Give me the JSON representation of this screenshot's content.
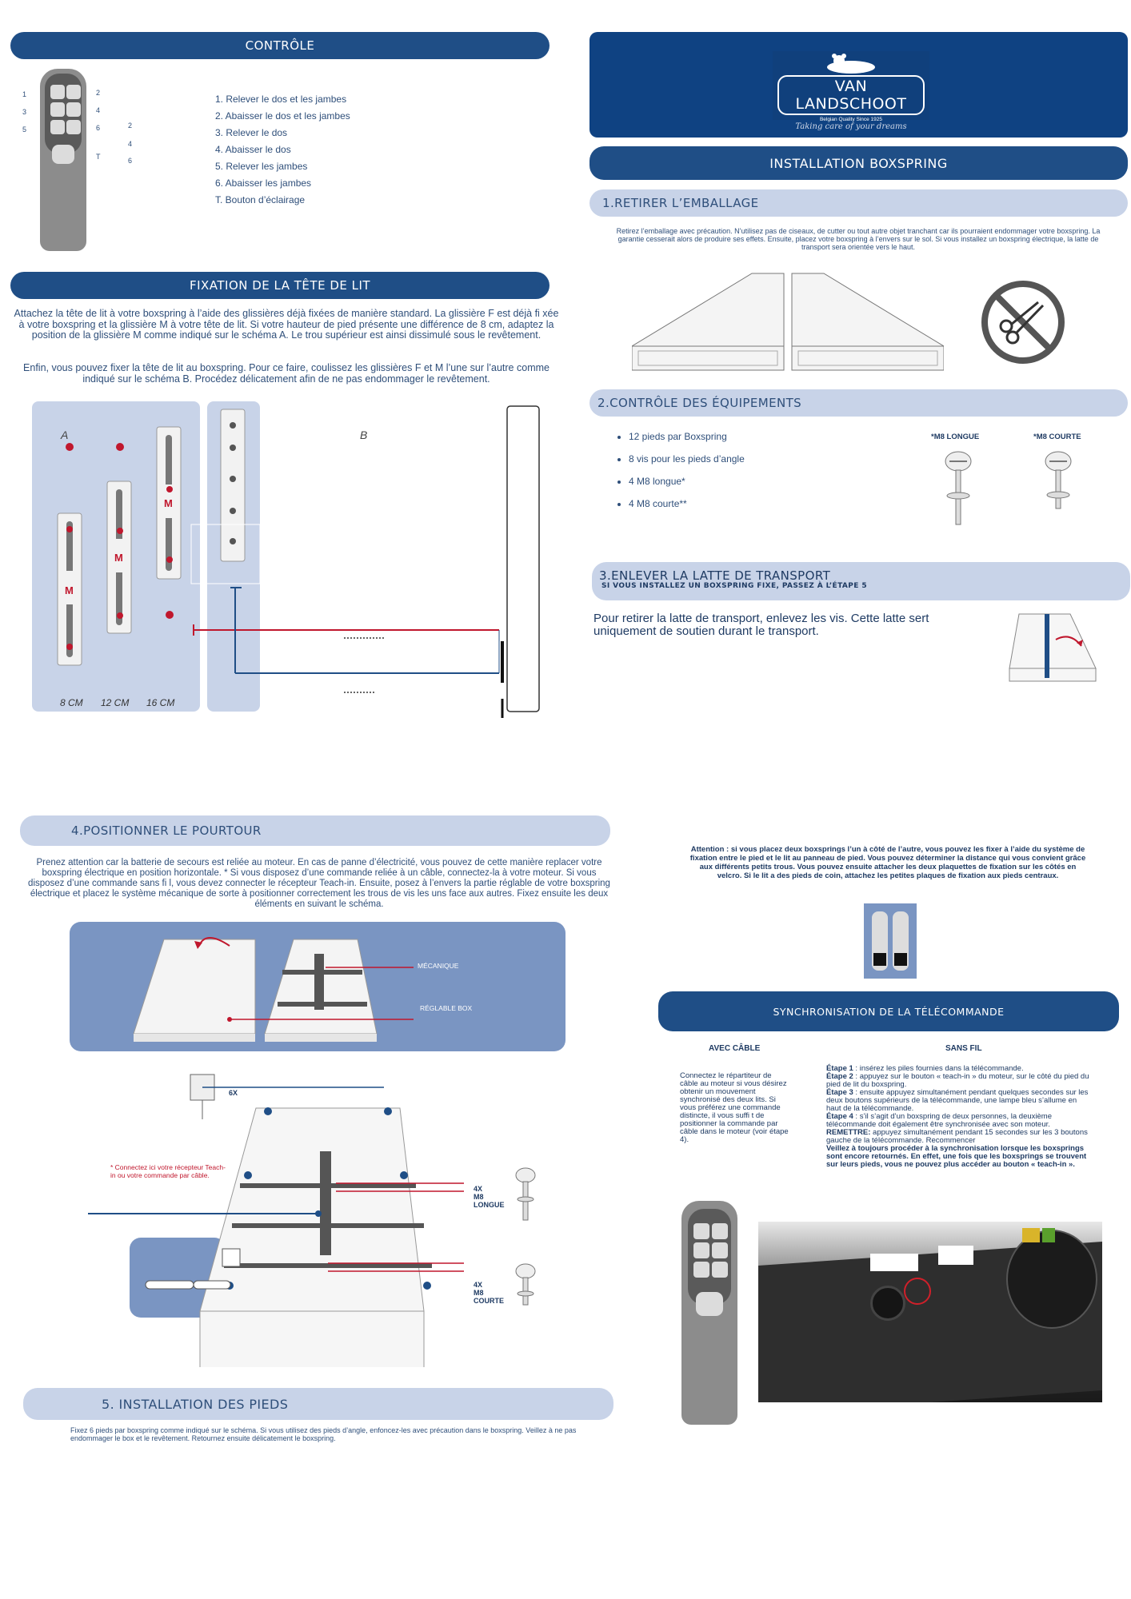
{
  "controle": {
    "title": "CONTRÔLE",
    "remote_labels": [
      "1",
      "2",
      "3",
      "4",
      "5",
      "6",
      "T",
      "2",
      "4",
      "6"
    ],
    "items": [
      "1. Relever le dos et les jambes",
      "2. Abaisser le dos et les jambes",
      "3. Relever le dos",
      "4. Abaisser le dos",
      "5. Relever les jambes",
      "6. Abaisser les jambes",
      "T. Bouton d’éclairage"
    ]
  },
  "fixation": {
    "title": "FIXATION DE LA TÊTE DE LIT",
    "p1": "Attachez la tête de lit à votre boxspring à l’aide des glissières déjà fixées de manière standard. La glissière F est déjà fi xée à votre boxspring et la glissière M à votre tête de lit. Si votre hauteur de pied présente une différence de 8 cm, adaptez la position de la glissière M comme indiqué sur le schéma A. Le trou supérieur est ainsi dissimulé sous le revêtement.",
    "p2": "Enfin, vous pouvez fixer la tête de lit au boxspring. Pour ce faire, coulissez les glissières F et M l’une sur l’autre comme indiqué sur le schéma B. Procédez délicatement afin de ne pas endommager le revêtement.",
    "label_a": "A",
    "label_b": "B",
    "rail_letter": "M",
    "sizes": [
      "8 CM",
      "12 CM",
      "16 CM"
    ]
  },
  "brand": {
    "name": "VAN LANDSCHOOT",
    "quality": "Belgian Quality Since 1925",
    "tagline": "Taking care of your dreams"
  },
  "installation": {
    "title": "INSTALLATION BOXSPRING"
  },
  "step1": {
    "title": "1.RETIRER L’EMBALLAGE",
    "text": "Retirez l’emballage avec précaution. N’utilisez pas de ciseaux, de cutter ou tout autre objet tranchant car ils pourraient endommager votre boxspring. La garantie cesserait alors de produire ses effets. Ensuite, placez votre boxspring à l’envers sur le sol. Si vous installez un boxspring électrique, la latte de transport sera orientée vers le haut."
  },
  "step2": {
    "title": "2.CONTRÔLE DES ÉQUIPEMENTS",
    "items": [
      "12 pieds par Boxspring",
      "8 vis pour les pieds d’angle",
      "4 M8 longue*",
      "4 M8 courte**"
    ],
    "screw_long": "*M8 LONGUE",
    "screw_short": "*M8 COURTE"
  },
  "step3": {
    "title": "3.ENLEVER LA LATTE DE TRANSPORT",
    "subtitle": "SI VOUS INSTALLEZ UN BOXSPRING FIXE, PASSEZ À L’ÉTAPE 5",
    "text": "Pour retirer la latte de transport, enlevez les vis. Cette latte sert uniquement de soutien durant le transport."
  },
  "step4": {
    "title": "4.POSITIONNER LE POURTOUR",
    "text": "Prenez attention car la batterie de secours est reliée au moteur. En cas de panne d’électricité, vous pouvez de cette manière replacer votre boxspring électrique en position horizontale. * Si vous disposez d’une commande reliée à un câble, connectez-la à votre moteur. Si vous disposez d’une commande sans fi l, vous devez connecter le récepteur Teach-in. Ensuite, posez à l’envers la partie réglable de votre boxspring électrique et placez le système mécanique de sorte à positionner correctement les trous de vis les uns face aux autres. Fixez ensuite les deux éléments en suivant le schéma.",
    "label_mecanique": "MÉCANIQUE",
    "label_reglable": "RÉGLABLE BOX",
    "label_6x": "6X",
    "note": "* Connectez ici votre récepteur Teach-in ou votre commande par câble.",
    "screw1": [
      "4X",
      "M8",
      "LONGUE"
    ],
    "screw2": [
      "4X",
      "M8",
      "COURTE"
    ]
  },
  "step5": {
    "title": "5. INSTALLATION DES PIEDS",
    "text": "Fixez 6 pieds par boxspring comme indiqué sur le schéma. Si vous utilisez des pieds d’angle, enfoncez-les avec précaution dans le boxspring. Veillez à ne pas endommager le box et le revêtement. Retournez ensuite délicatement le boxspring."
  },
  "attention": {
    "text": "Attention : si vous placez deux boxsprings l’un à côté de l’autre, vous pouvez les fixer à l’aide du système de fixation entre le pied et le lit au panneau de pied. Vous pouvez déterminer la distance qui vous convient grâce aux différents petits trous. Vous pouvez ensuite attacher les deux plaquettes de fixation sur les côtés en velcro. Si le lit a des pieds de coin, attachez les petites plaques de fixation aux pieds centraux."
  },
  "sync": {
    "title": "SYNCHRONISATION DE LA TÉLÉCOMMANDE",
    "avec_title": "AVEC CÂBLE",
    "sans_title": "SANS FIL",
    "avec_text": "Connectez le répartiteur de câble au moteur si vous désirez obtenir un mouvement synchronisé des deux lits. Si vous préférez une commande distincte, il vous suffi t de positionner la commande par câble dans le moteur (voir étape 4).",
    "steps": [
      {
        "label": "Étape 1",
        "text": " : insérez les piles fournies dans la télécommande."
      },
      {
        "label": "Étape 2",
        "text": " : appuyez sur le bouton « teach-in » du moteur, sur le côté du pied du pied de lit du boxspring."
      },
      {
        "label": "Étape 3",
        "text": " : ensuite appuyez simultanément pendant quelques secondes sur les deux boutons supérieurs de la télécommande, une lampe bleu s’allume en haut de la télécommande."
      },
      {
        "label": "Étape 4",
        "text": " : s’il s’agit d’un boxspring de deux personnes, la deuxième télécommande doit également être synchronisée avec son moteur."
      },
      {
        "label": "REMETTRE:",
        "text": " appuyez simultanément pendant 15 secondes sur les 3 boutons gauche de la télécommande. Recommencer"
      }
    ],
    "bold_end": "Veillez à toujours procéder à la synchronisation lorsque les boxsprings sont encore retournés. En effet, une fois que les boxsprings se trouvent sur leurs pieds, vous ne pouvez plus accéder au bouton « teach-in »."
  }
}
